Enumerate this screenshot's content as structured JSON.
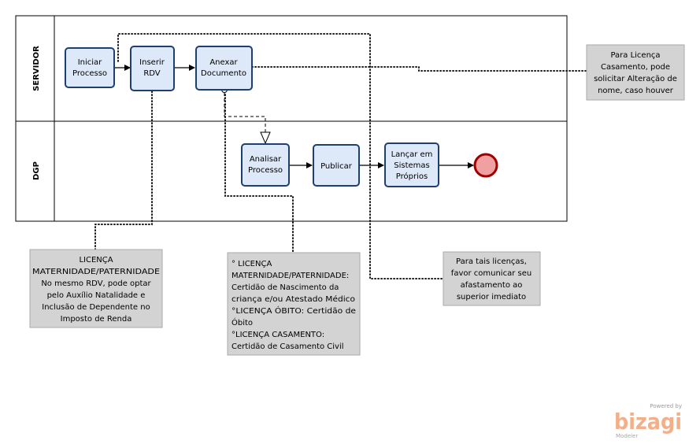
{
  "pool": {
    "lanes": [
      {
        "label": "SERVIDOR"
      },
      {
        "label": "DGP"
      }
    ]
  },
  "tasks": [
    {
      "id": "iniciar",
      "lines": [
        "Iniciar",
        "Processo"
      ]
    },
    {
      "id": "inserir",
      "lines": [
        "Inserir",
        "RDV"
      ]
    },
    {
      "id": "anexar",
      "lines": [
        "Anexar",
        "Documento"
      ]
    },
    {
      "id": "analisar",
      "lines": [
        "Analisar",
        "Processo"
      ]
    },
    {
      "id": "publicar",
      "lines": [
        "Publicar"
      ]
    },
    {
      "id": "lancar",
      "lines": [
        "Lançar em",
        "Sistemas",
        "Próprios"
      ]
    }
  ],
  "notes": {
    "casamento": [
      "Para Licença",
      "Casamento, pode",
      "solicitar Alteração de",
      "nome, caso houver"
    ],
    "maternidade": [
      "LICENÇA",
      "MATERNIDADE/PATERNIDADE",
      "No mesmo RDV, pode optar",
      "pelo Auxílio Natalidade e",
      "Inclusão de Dependente no",
      "Imposto de Renda"
    ],
    "certidoes": [
      "° LICENÇA",
      "MATERNIDADE/PATERNIDADE:",
      "Certidão de Nascimento da",
      "criança e/ou Atestado Médico",
      "°LICENÇA ÓBITO:  Certidão de",
      "Óbito",
      "°LICENÇA CASAMENTO:",
      "Certidão de Casamento Civil"
    ],
    "comunicar": [
      "Para tais licenças,",
      "favor comunicar seu",
      "afastamento ao",
      "superior imediato"
    ]
  },
  "branding": {
    "powered": "Powered by",
    "name": "bizagi",
    "sub": "Modeler"
  }
}
